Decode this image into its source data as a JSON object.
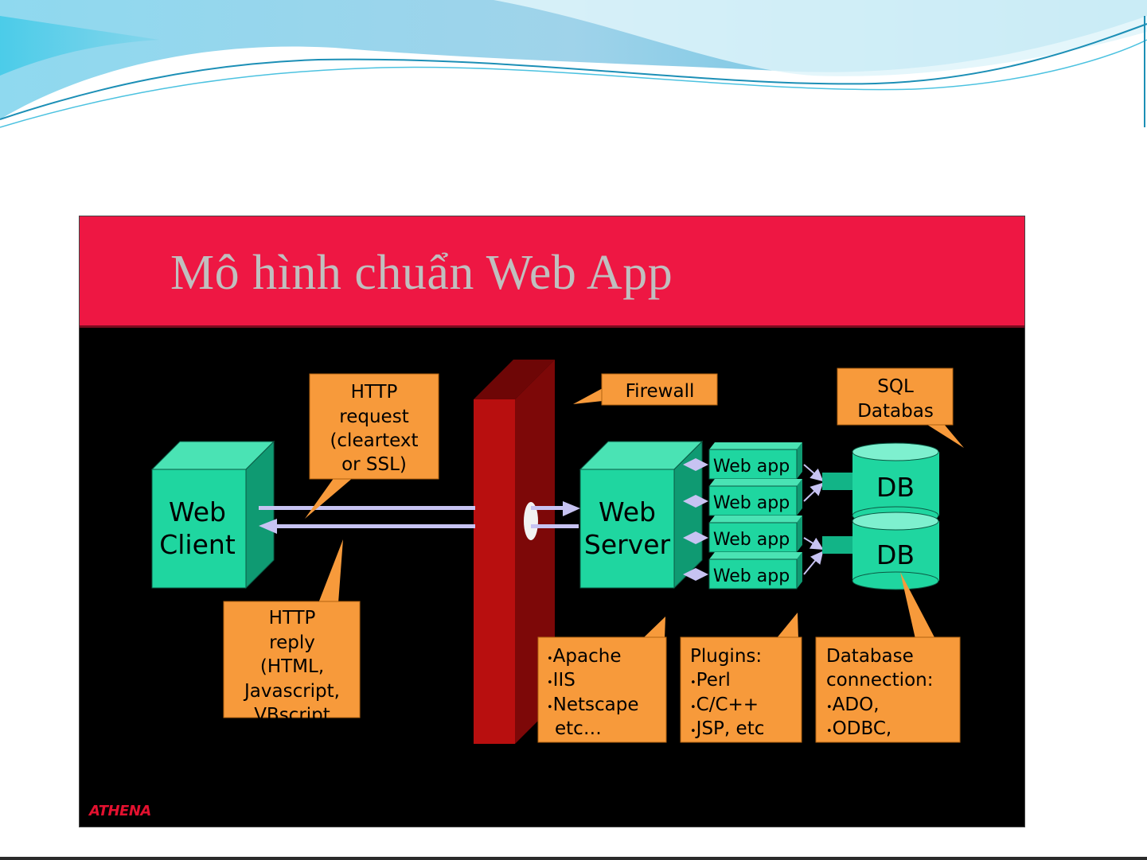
{
  "slide": {
    "title": "Mô hình chuẩn Web App",
    "logo": "ATHENA"
  },
  "nodes": {
    "web_client": [
      "Web",
      "Client"
    ],
    "web_server": [
      "Web",
      "Server"
    ],
    "web_apps": [
      "Web app",
      "Web app",
      "Web app",
      "Web app"
    ],
    "databases": [
      "DB",
      "DB"
    ]
  },
  "callouts": {
    "http_request": [
      "HTTP",
      "request",
      "(cleartext",
      "or SSL)"
    ],
    "http_reply": [
      "HTTP",
      "reply",
      "(HTML,",
      "Javascript,",
      "VBscript"
    ],
    "firewall": [
      "Firewall"
    ],
    "sql_database": [
      "SQL",
      "Databas"
    ],
    "servers": [
      "Apache",
      "IIS",
      "Netscape",
      "etc…"
    ],
    "plugins": [
      "Plugins:",
      "Perl",
      "C/C++",
      "JSP, etc"
    ],
    "db_connection": [
      "Database",
      "connection:",
      "ADO,",
      "ODBC,"
    ]
  },
  "colors": {
    "title_bar": "#ee1743",
    "title_text": "#c0bfbf",
    "box_green": "#1fd6a0",
    "callout_orange": "#f79a3b",
    "firewall_red": "#b80f0f",
    "arrow_lilac": "#c7c3f2"
  }
}
